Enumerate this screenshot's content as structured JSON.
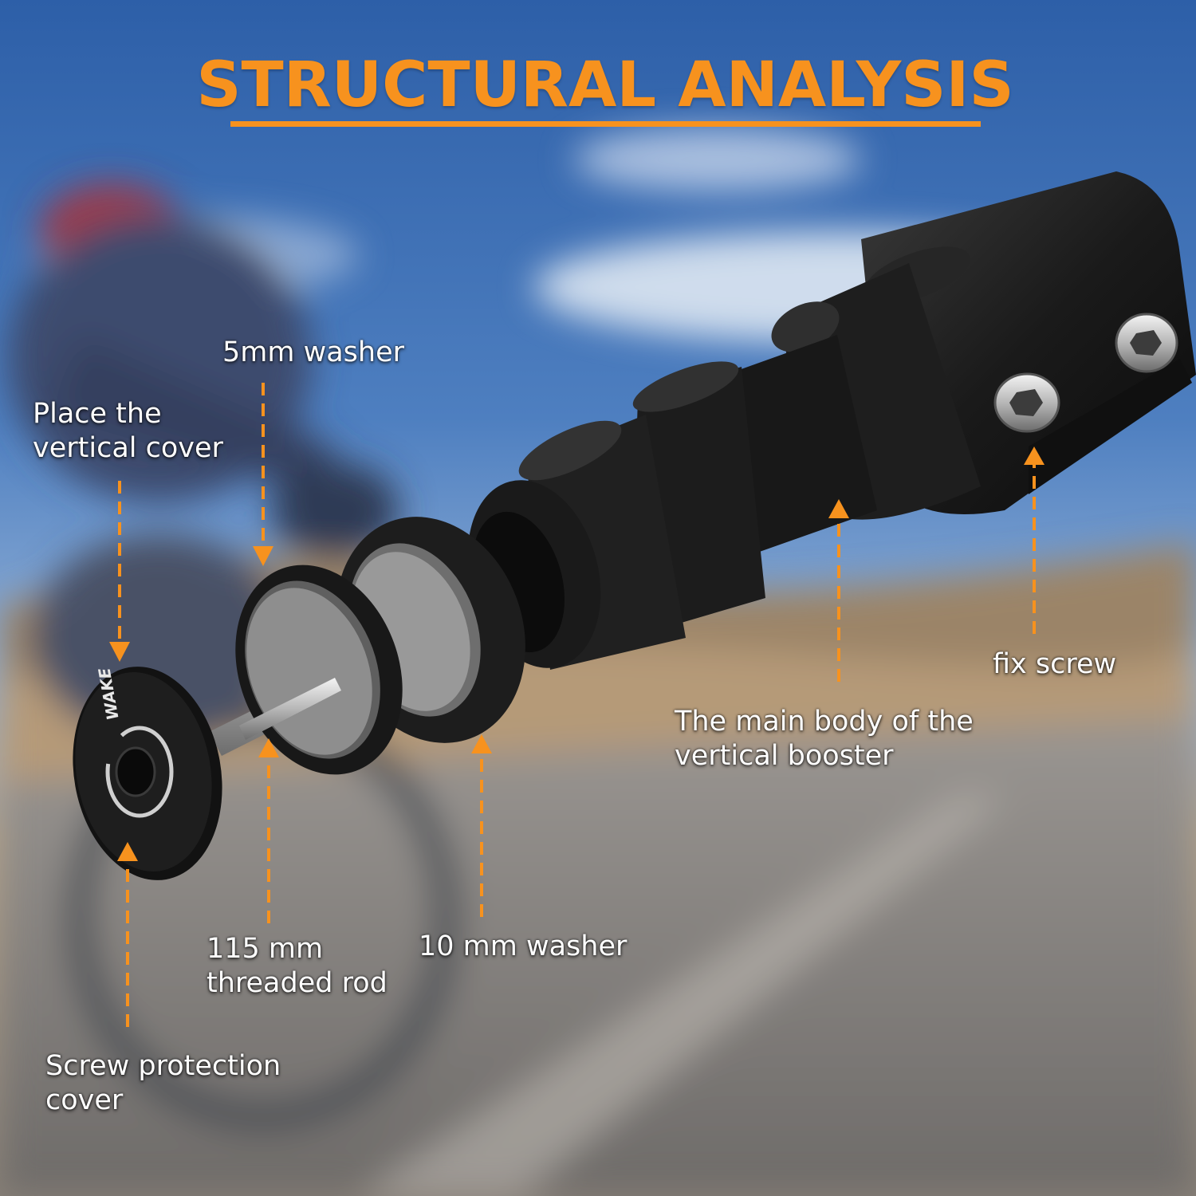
{
  "header": {
    "title": "STRUCTURAL ANALYSIS"
  },
  "labels": {
    "place_cover": {
      "line1": "Place the",
      "line2": "vertical cover"
    },
    "washer_5mm": {
      "line1": "5mm washer"
    },
    "fix_screw": {
      "line1": "fix screw"
    },
    "main_body": {
      "line1": "The main body of the",
      "line2": "vertical booster"
    },
    "threaded_rod": {
      "line1": "115 mm",
      "line2": "threaded rod"
    },
    "washer_10mm": {
      "line1": "10 mm washer"
    },
    "protection_cover": {
      "line1": "Screw protection",
      "line2": "cover"
    }
  },
  "product": {
    "cap_logo_text": "WAKE"
  },
  "colors": {
    "accent": "#f7921e",
    "label_text": "#ffffff",
    "part_black": "#1b1b1b",
    "sky_blue": "#3d6fb3"
  }
}
